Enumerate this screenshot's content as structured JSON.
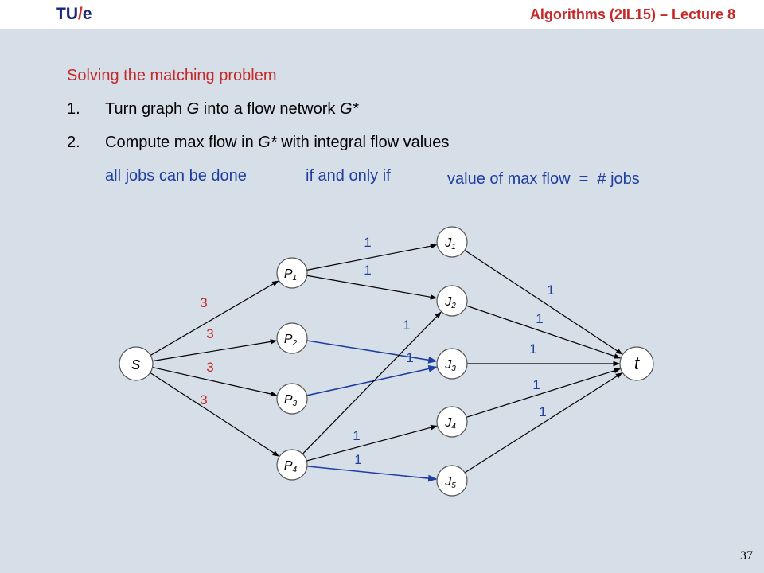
{
  "header": {
    "logo_left": "TU",
    "logo_slash": "/",
    "logo_right": "e",
    "course": "Algorithms (2IL15) – Lecture 8"
  },
  "slide": {
    "title": "Solving the matching problem",
    "steps": [
      {
        "num": "1.",
        "pre": "Turn graph ",
        "var1": "G",
        "mid": " into a flow network ",
        "var2": "G*",
        "post": ""
      },
      {
        "num": "2.",
        "pre": "Compute max flow in ",
        "var1": "G*",
        "mid": " with integral flow values",
        "var2": "",
        "post": ""
      }
    ],
    "claim_left": "all jobs can be done",
    "claim_mid": "if and only if",
    "claim_right": "value of max flow  =  # jobs"
  },
  "graph": {
    "nodes": [
      {
        "id": "s",
        "label": "s",
        "sub": ""
      },
      {
        "id": "t",
        "label": "t",
        "sub": ""
      },
      {
        "id": "P1",
        "label": "P",
        "sub": "1"
      },
      {
        "id": "P2",
        "label": "P",
        "sub": "2"
      },
      {
        "id": "P3",
        "label": "P",
        "sub": "3"
      },
      {
        "id": "P4",
        "label": "P",
        "sub": "4"
      },
      {
        "id": "J1",
        "label": "J",
        "sub": "1"
      },
      {
        "id": "J2",
        "label": "J",
        "sub": "2"
      },
      {
        "id": "J3",
        "label": "J",
        "sub": "3"
      },
      {
        "id": "J4",
        "label": "J",
        "sub": "4"
      },
      {
        "id": "J5",
        "label": "J",
        "sub": "5"
      }
    ],
    "edges": [
      {
        "from": "s",
        "to": "P1",
        "capacity": "3"
      },
      {
        "from": "s",
        "to": "P2",
        "capacity": "3"
      },
      {
        "from": "s",
        "to": "P3",
        "capacity": "3"
      },
      {
        "from": "s",
        "to": "P4",
        "capacity": "3"
      },
      {
        "from": "P1",
        "to": "J1",
        "capacity": "1"
      },
      {
        "from": "P1",
        "to": "J2",
        "capacity": "1"
      },
      {
        "from": "P2",
        "to": "J3",
        "capacity": "1"
      },
      {
        "from": "P3",
        "to": "J3",
        "capacity": "1"
      },
      {
        "from": "P4",
        "to": "J2",
        "capacity": ""
      },
      {
        "from": "P4",
        "to": "J4",
        "capacity": "1"
      },
      {
        "from": "P4",
        "to": "J5",
        "capacity": "1"
      },
      {
        "from": "J1",
        "to": "t",
        "capacity": "1"
      },
      {
        "from": "J2",
        "to": "t",
        "capacity": "1"
      },
      {
        "from": "J3",
        "to": "t",
        "capacity": "1"
      },
      {
        "from": "J4",
        "to": "t",
        "capacity": "1"
      },
      {
        "from": "J5",
        "to": "t",
        "capacity": "1"
      }
    ],
    "colors": {
      "source_edge_label": "#c62828",
      "job_edge_label": "#1f3ea0",
      "edge": "#000000",
      "blue_edge": "#1f3ea0"
    }
  },
  "footer": {
    "page_number": "37"
  }
}
